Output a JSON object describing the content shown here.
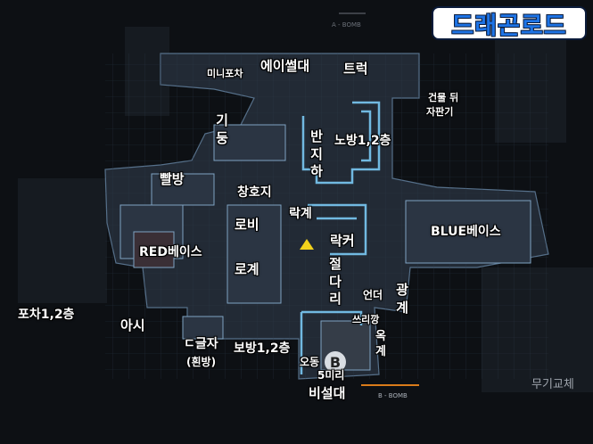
{
  "title": "드래곤로드",
  "colors": {
    "background": "#0d1014",
    "map_floor": "#2a3340",
    "wall_glow": "#7fd2ff",
    "title_text": "#1e74e6",
    "title_bg": "#ffffff",
    "spawn_marker": "#f2d21b",
    "bomb_line": "#d97b1a"
  },
  "map_markers": {
    "a_bomb": "A - BOMB",
    "b_bomb": "B - BOMB",
    "b_site": "B",
    "weapon_change": "무기교체"
  },
  "callouts": {
    "mini_pocha": "미니포차",
    "a_base": "에이썰대",
    "truck": "트럭",
    "behind_building_1": "건물 뒤",
    "behind_building_2": "자판기",
    "pillar_1": "기",
    "pillar_2": "둥",
    "banji_1": "반",
    "banji_2": "지",
    "banji_3": "하",
    "norebang": "노방1,2층",
    "bbalbang": "빨방",
    "window": "창호지",
    "lobby": "로비",
    "rakgye": "락계",
    "locker": "락커",
    "blue_base": "BLUE베이스",
    "red_base": "RED베이스",
    "rogye": "로계",
    "jeoldari_1": "절",
    "jeoldari_2": "다",
    "jeoldari_3": "리",
    "under": "언더",
    "gwang_1": "광",
    "gwang_2": "계",
    "pocha": "포차1,2층",
    "asi": "아시",
    "trash": "쓰리깡",
    "ok_1": "옥",
    "ok_2": "계",
    "dgeulja": "ㄷ글자",
    "hwinbang": "(흰방)",
    "bobang": "보방1,2층",
    "odong": "오동",
    "five_miri": "5미리",
    "biseol": "비설대"
  }
}
